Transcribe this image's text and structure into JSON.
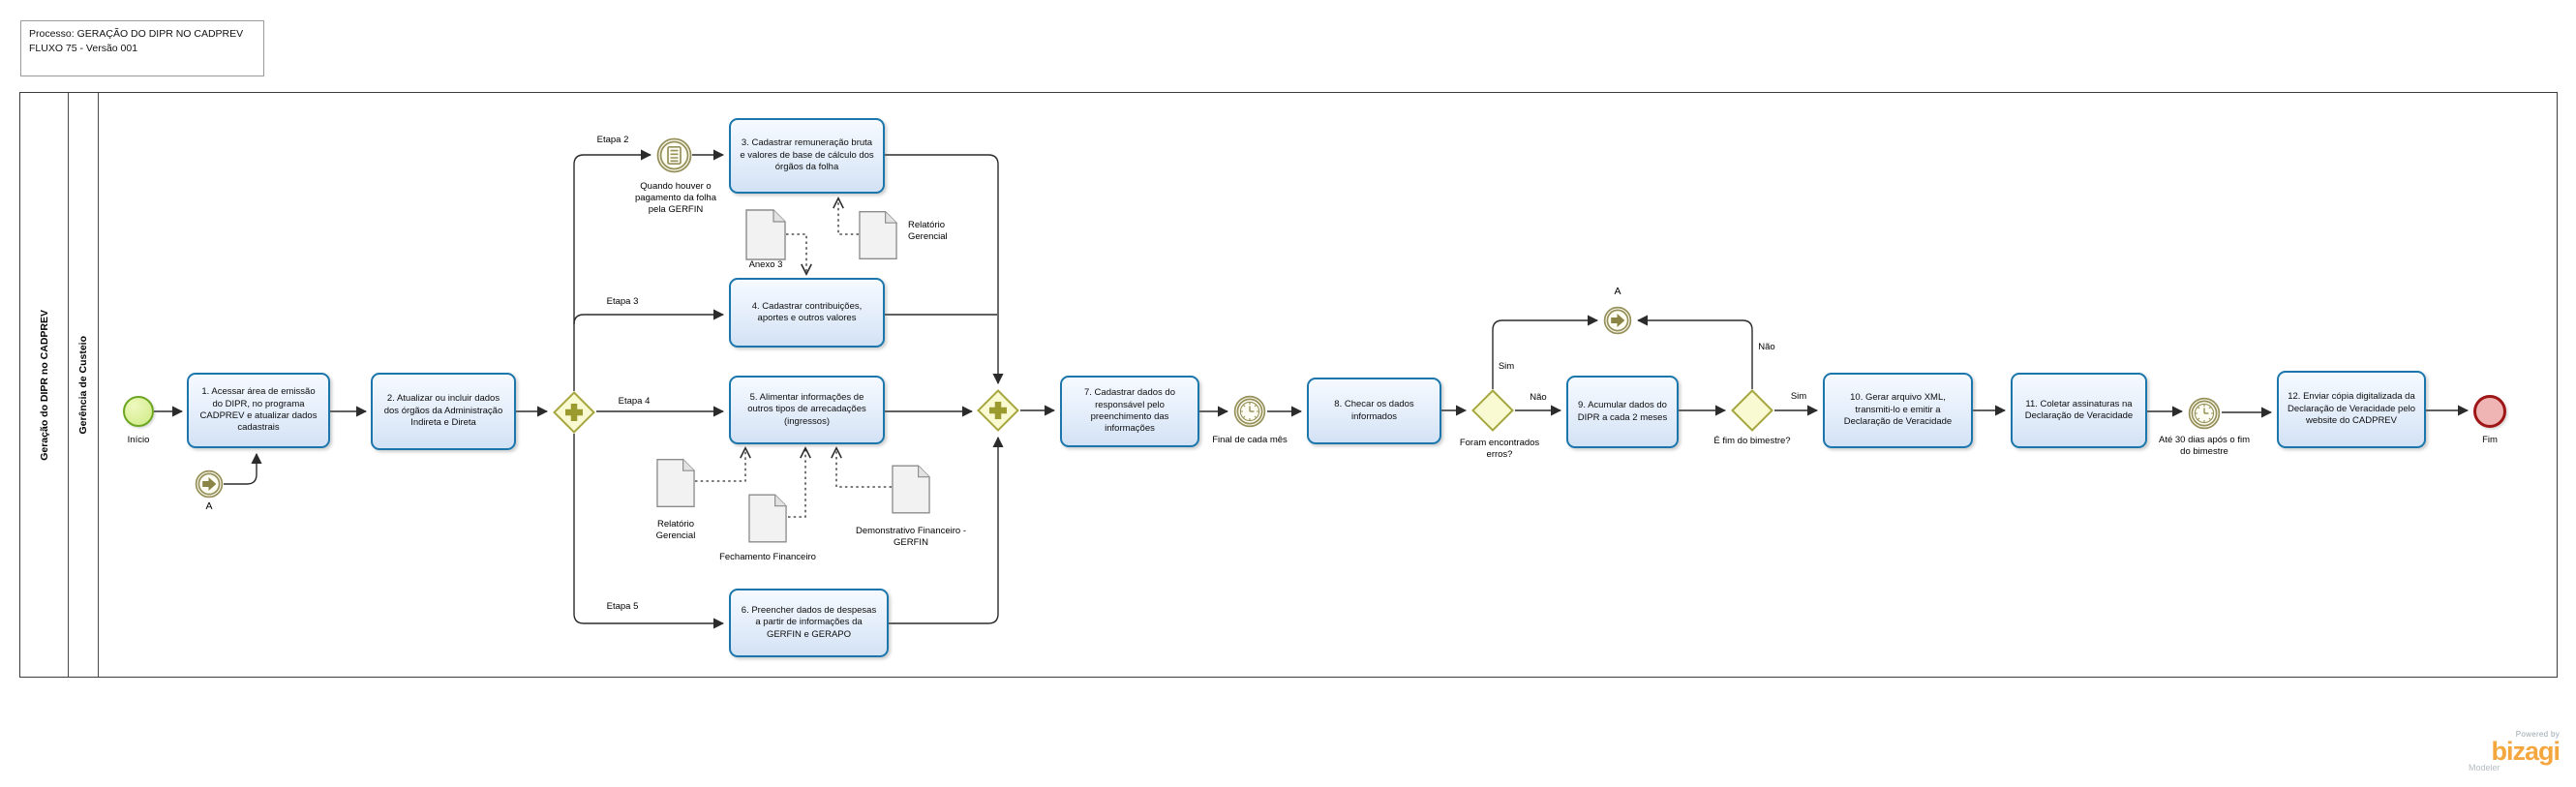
{
  "header": {
    "process_label": "Processo:  GERAÇÃO DO DIPR NO CADPREV",
    "version_label": "FLUXO 75 - Versão 001"
  },
  "pool": {
    "name": "Geração do DIPR no CADPREV",
    "lane": "Gerência de Custeio"
  },
  "events": {
    "start": {
      "label": "Início"
    },
    "end": {
      "label": "Fim"
    },
    "link_a1": {
      "label": "A"
    },
    "link_a2": {
      "label": "A"
    },
    "conditional": {
      "label": "Quando houver o pagamento da folha pela GERFIN"
    },
    "timer_month": {
      "label": "Final de cada mês"
    },
    "timer_30_days": {
      "label": "Até 30 dias após o fim do bimestre"
    }
  },
  "tasks": [
    {
      "label": "1. Acessar área de emissão do DIPR, no programa CADPREV e atualizar dados cadastrais"
    },
    {
      "label": "2. Atualizar ou incluir dados dos órgãos da Administração Indireta e Direta"
    },
    {
      "label": "3. Cadastrar remuneração bruta e valores de base de cálculo dos órgãos da folha"
    },
    {
      "label": "4. Cadastrar contribuições, aportes e outros valores"
    },
    {
      "label": "5. Alimentar informações de outros tipos de arrecadações (ingressos)"
    },
    {
      "label": "6. Preencher dados de despesas a partir de informações da GERFIN e GERAPO"
    },
    {
      "label": "7. Cadastrar dados do responsável pelo preenchimento das informações"
    },
    {
      "label": "8. Checar os dados informados"
    },
    {
      "label": "9. Acumular dados do DIPR a cada 2 meses"
    },
    {
      "label": "10. Gerar arquivo XML, transmiti-lo e emitir a Declaração de Veracidade"
    },
    {
      "label": "11. Coletar assinaturas na Declaração de Veracidade"
    },
    {
      "label": "12. Enviar cópia digitalizada da Declaração de Veracidade pelo website do CADPREV"
    }
  ],
  "gateways": {
    "split": {
      "type": "parallel"
    },
    "join": {
      "type": "parallel"
    },
    "errors": {
      "type": "exclusive",
      "label": "Foram encontrados erros?",
      "yes": "Sim",
      "no": "Não"
    },
    "bimester": {
      "type": "exclusive",
      "label": "É fim do bimestre?",
      "yes": "Sim",
      "no": "Não"
    }
  },
  "edge_labels": {
    "etapa2": "Etapa 2",
    "etapa3": "Etapa 3",
    "etapa4": "Etapa 4",
    "etapa5": "Etapa 5"
  },
  "documents": [
    {
      "label": "Anexo 3"
    },
    {
      "label": "Relatório Gerencial"
    },
    {
      "label": "Relatório Gerencial"
    },
    {
      "label": "Fechamento Financeiro"
    },
    {
      "label": "Demonstrativo Financeiro - GERFIN"
    }
  ],
  "footer": {
    "powered_by": "Powered by",
    "brand": "bizagi",
    "product": "Modeler"
  },
  "colors": {
    "task_border": "#1b76ab",
    "task_fill": "#dce8f8",
    "gateway_border": "#a7a741",
    "gateway_fill": "#f9f9d2",
    "event_start_border": "#6da621",
    "event_end_border": "#9f1616",
    "intermediate_event": "#96905a",
    "document_border": "#8c8c8c",
    "logo_orange": "#f4a63f"
  }
}
